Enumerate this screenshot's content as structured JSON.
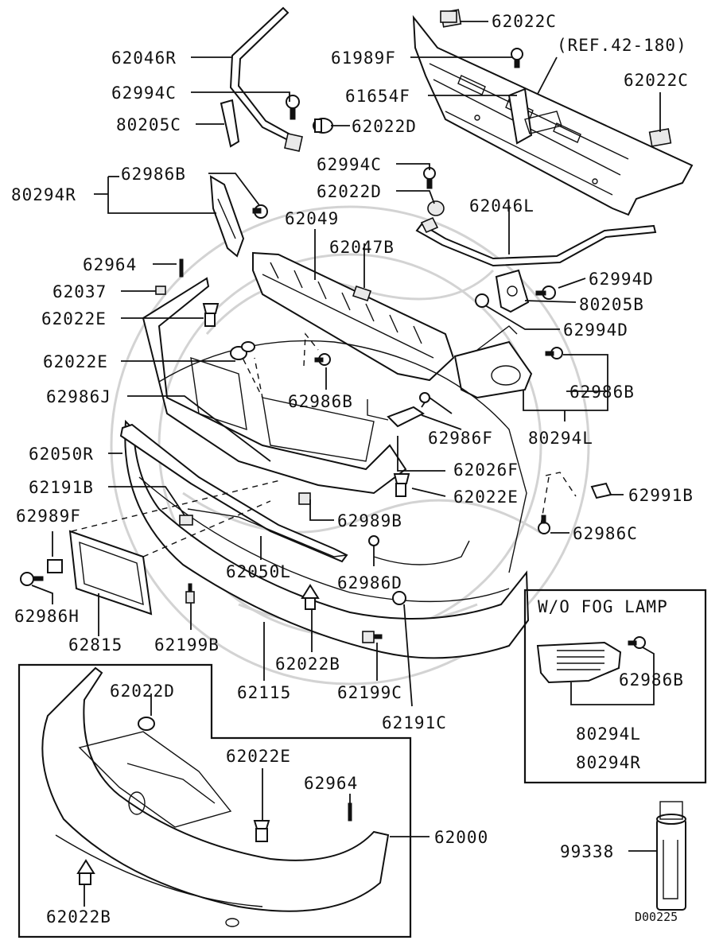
{
  "labels": {
    "l_62022C_top": "62022C",
    "l_62046R": "62046R",
    "l_61989F": "61989F",
    "l_ref": "(REF.42-180)",
    "l_62994C_a": "62994C",
    "l_61654F": "61654F",
    "l_62022C_right": "62022C",
    "l_80205C": "80205C",
    "l_62022D_a": "62022D",
    "l_62994C_b": "62994C",
    "l_62986B_a": "62986B",
    "l_80294R": "80294R",
    "l_62022D_b": "62022D",
    "l_62046L": "62046L",
    "l_62049": "62049",
    "l_62047B": "62047B",
    "l_62964_a": "62964",
    "l_62994D_a": "62994D",
    "l_62037": "62037",
    "l_80205B": "80205B",
    "l_62022E_a": "62022E",
    "l_62994D_b": "62994D",
    "l_62022E_b": "62022E",
    "l_62986B_b": "62986B",
    "l_62986J": "62986J",
    "l_62986B_c": "62986B",
    "l_62986F": "62986F",
    "l_80294L_a": "80294L",
    "l_62050R": "62050R",
    "l_62026F": "62026F",
    "l_62191B": "62191B",
    "l_62022E_c": "62022E",
    "l_62991B": "62991B",
    "l_62989F": "62989F",
    "l_62989B": "62989B",
    "l_62986C": "62986C",
    "l_62050L": "62050L",
    "l_62986D": "62986D",
    "l_62986H": "62986H",
    "l_62815": "62815",
    "l_62199B": "62199B",
    "l_62022B_a": "62022B",
    "l_62115": "62115",
    "l_62199C": "62199C",
    "l_62191C": "62191C",
    "l_62022D_c": "62022D",
    "l_62022E_d": "62022E",
    "l_62964_b": "62964",
    "l_62000": "62000",
    "l_62022B_b": "62022B",
    "l_99338": "99338",
    "l_wo_fog": "W/O FOG LAMP",
    "l_62986B_d": "62986B",
    "l_80294L_b": "80294L",
    "l_80294R_b": "80294R",
    "l_ref_code": "D00225"
  }
}
